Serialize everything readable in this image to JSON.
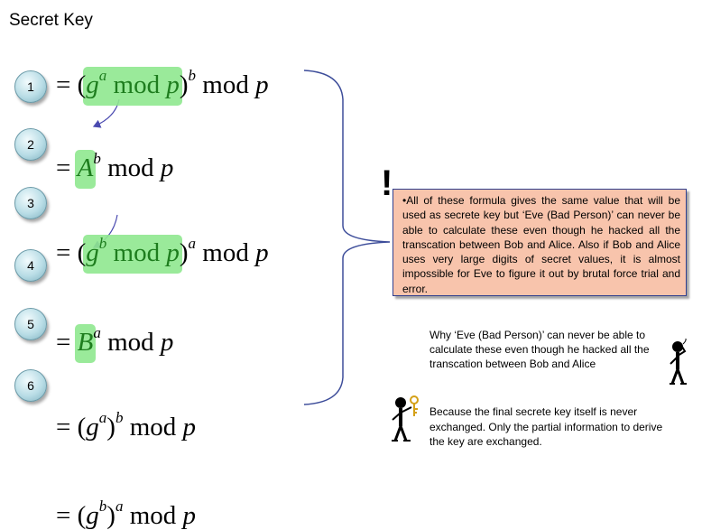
{
  "title": "Secret Key",
  "steps": [
    {
      "num": "1"
    },
    {
      "num": "2"
    },
    {
      "num": "3"
    },
    {
      "num": "4"
    },
    {
      "num": "5"
    },
    {
      "num": "6"
    }
  ],
  "formula_tokens": {
    "eq": "=",
    "lp": "(",
    "rp": ")",
    "g": "g",
    "a": "a",
    "b": "b",
    "A": "A",
    "B": "B",
    "mod": "mod",
    "p": "p"
  },
  "note": {
    "text": "All of these formula gives the same value that will be used as secrete key but ‘Eve (Bad Person)’ can never be able to calculate these even though he hacked all the transcation between Bob and Alice. Also if Bob and Alice uses very large digits of secret values, it is almost impossible for Eve to figure it out by brutal force trial and error."
  },
  "question": "Why ‘Eve (Bad Person)’ can never be able to calculate these even though he hacked all the transcation between Bob and Alice",
  "answer": "Because the final secrete key itself is never exchanged. Only the partial information to derive the key are exchanged.",
  "colors": {
    "highlight": "#8fe88f",
    "highlight_text": "#1e7d1e",
    "note_bg": "#f8c4ac",
    "note_border": "#2f3f8f",
    "brace": "#3d4d9a",
    "arrow": "#4a4ab0"
  }
}
